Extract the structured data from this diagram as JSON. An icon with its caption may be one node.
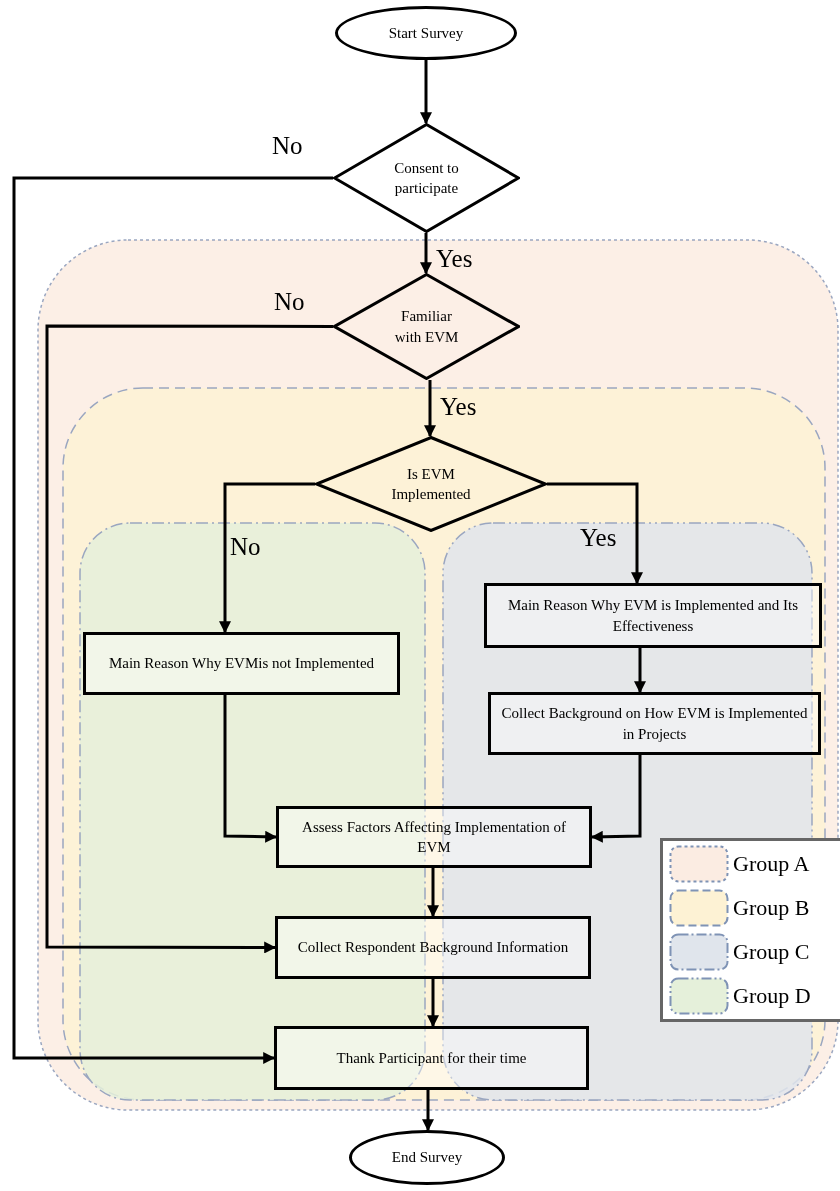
{
  "diagram": {
    "nodes": [
      {
        "text": [
          "Start Survey"
        ]
      },
      {
        "text": [
          "Consent to participate"
        ]
      },
      {
        "text": [
          "Familiar with EVM"
        ]
      },
      {
        "text": [
          "Is EVM Implemented"
        ]
      },
      {
        "text": [
          "Main Reason Why EVM is Implemented and Its Effectiveness"
        ]
      },
      {
        "text": [
          "Main Reason Why EVMis not Implemented"
        ]
      },
      {
        "text": [
          "Collect Background on How EVM is Implemented in Projects"
        ]
      },
      {
        "text": [
          "Assess Factors Affecting Implementation of EVM"
        ]
      },
      {
        "text": [
          "Collect Respondent Background Information"
        ]
      },
      {
        "text": [
          "Thank Participant for their time"
        ]
      },
      {
        "text": [
          "End Survey"
        ]
      }
    ],
    "edges": [
      {
        "from": 0,
        "to": 1,
        "arrow": "to"
      },
      {
        "from": 1,
        "to": 2,
        "arrow": "to",
        "label": "Yes"
      },
      {
        "from": 1,
        "to": 9,
        "arrow": "to",
        "label": "No"
      },
      {
        "from": 2,
        "to": 3,
        "arrow": "to",
        "label": "Yes"
      },
      {
        "from": 2,
        "to": 8,
        "arrow": "to",
        "label": "No"
      },
      {
        "from": 3,
        "to": 5,
        "arrow": "to",
        "label": "No"
      },
      {
        "from": 3,
        "to": 4,
        "arrow": "to",
        "label": "Yes"
      },
      {
        "from": 4,
        "to": 6,
        "arrow": "to"
      },
      {
        "from": 5,
        "to": 7,
        "arrow": "to"
      },
      {
        "from": 6,
        "to": 7,
        "arrow": "to"
      },
      {
        "from": 7,
        "to": 8,
        "arrow": "to"
      },
      {
        "from": 8,
        "to": 9,
        "arrow": "to"
      },
      {
        "from": 9,
        "to": 10,
        "arrow": "to"
      }
    ],
    "legend": [
      {
        "text": "Group A",
        "color": "#fbece2"
      },
      {
        "text": "Group B",
        "color": "#fdf2d4"
      },
      {
        "text": "Group C",
        "color": "#e0e5ec"
      },
      {
        "text": "Group D",
        "color": "#e5f0da"
      }
    ]
  }
}
